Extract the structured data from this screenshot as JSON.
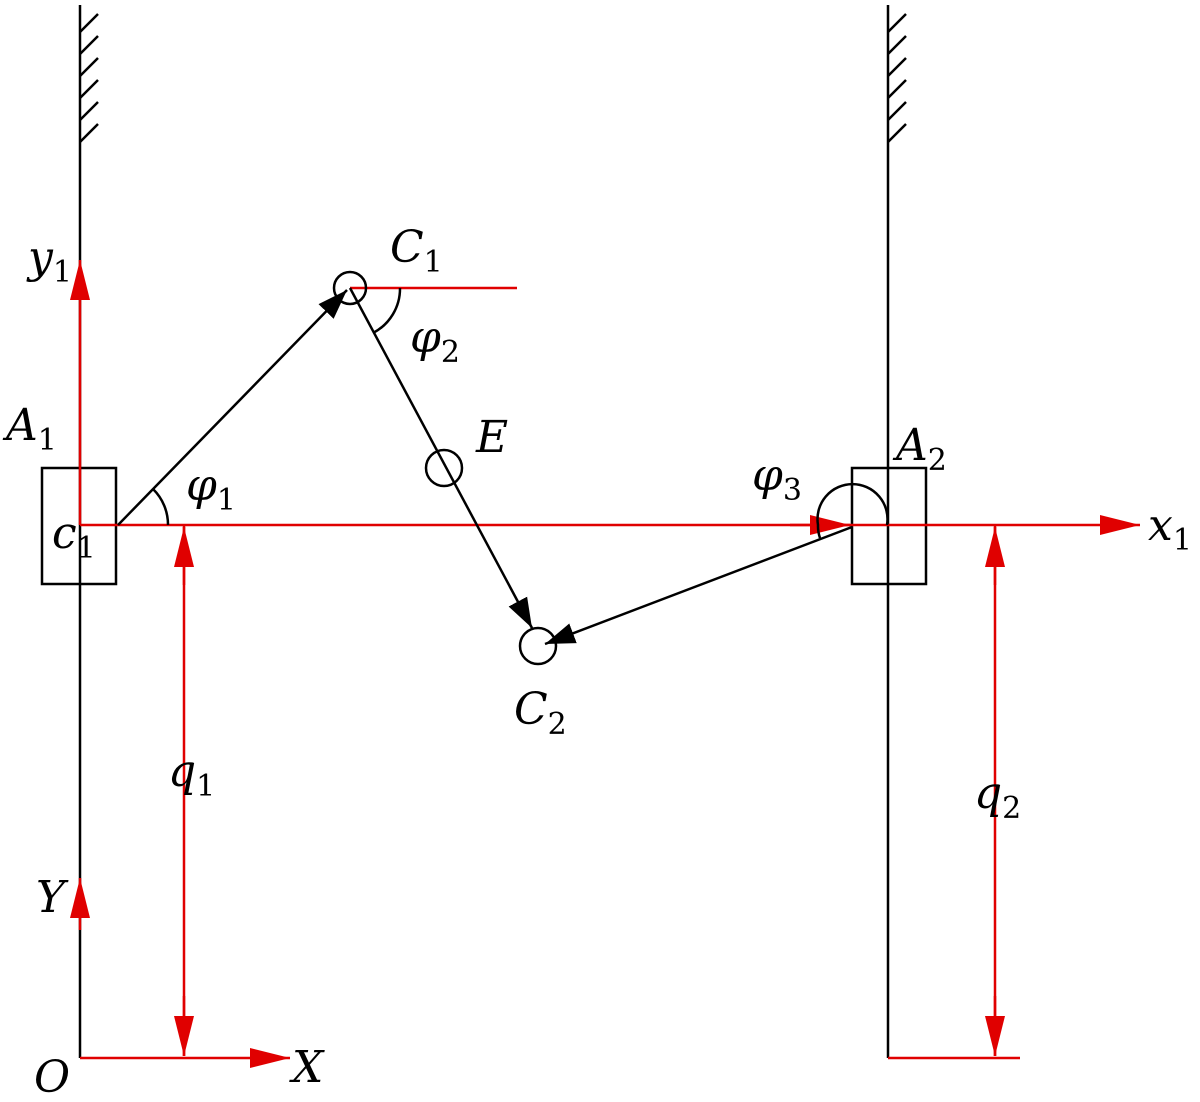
{
  "colors": {
    "line": "#000000",
    "frame": "#e00000",
    "background": "#ffffff"
  },
  "labels": {
    "y1": {
      "base": "y",
      "sub": "1"
    },
    "A1": {
      "base": "A",
      "sub": "1"
    },
    "c1": {
      "base": "c",
      "sub": "1"
    },
    "phi1": {
      "base": "φ",
      "sub": "1"
    },
    "C1": {
      "base": "C",
      "sub": "1"
    },
    "phi2": {
      "base": "φ",
      "sub": "2"
    },
    "E": {
      "base": "E"
    },
    "A2": {
      "base": "A",
      "sub": "2"
    },
    "phi3": {
      "base": "φ",
      "sub": "3"
    },
    "x1": {
      "base": "x",
      "sub": "1"
    },
    "C2": {
      "base": "C",
      "sub": "2"
    },
    "q1": {
      "base": "q",
      "sub": "1"
    },
    "q2": {
      "base": "q",
      "sub": "2"
    },
    "Y": {
      "base": "Y"
    },
    "O": {
      "base": "O"
    },
    "X": {
      "base": "X"
    }
  }
}
